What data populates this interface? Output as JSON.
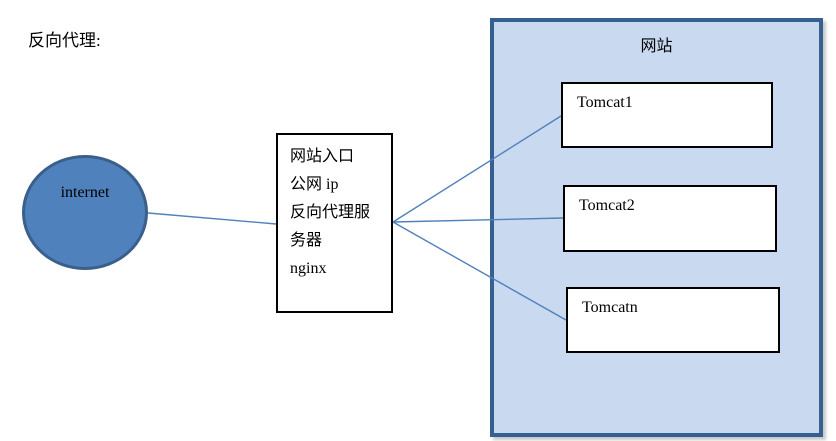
{
  "header": {
    "label": "反向代理:"
  },
  "nodes": {
    "internet": {
      "label": "internet"
    },
    "proxy": {
      "text_lines": [
        "网站入口",
        "公网 ip",
        "反向代理服",
        "务器",
        "nginx"
      ]
    },
    "website": {
      "title": "网站",
      "servers": [
        "Tomcat1",
        "Tomcat2",
        "Tomcatn"
      ]
    }
  },
  "colors": {
    "internet_fill": "#4F81BD",
    "internet_border": "#3A5F8B",
    "website_fill": "#C9D9F0",
    "website_border": "#36608F",
    "connector_line": "#4F81BD",
    "box_border": "#000000",
    "background": "#FFFFFF"
  }
}
